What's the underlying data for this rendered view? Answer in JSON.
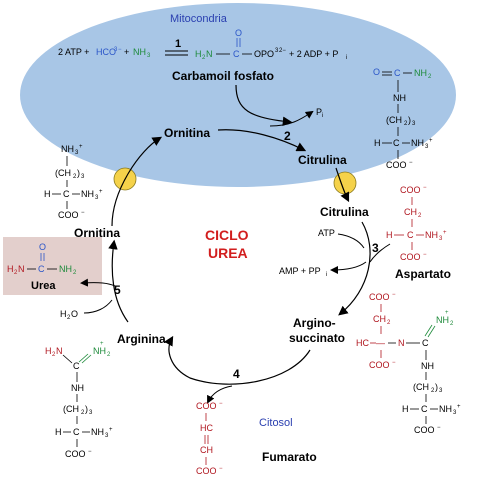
{
  "compartments": {
    "mitochondria": "Mitocondria",
    "cytosol": "Citosol"
  },
  "cycle_title": [
    "CICLO",
    "UREA"
  ],
  "steps": [
    "1",
    "2",
    "3",
    "4",
    "5"
  ],
  "reaction1": {
    "left_atp": "2 ATP +",
    "hco3": "HCO",
    "nh3": "NH",
    "product_h2n": "H",
    "product_rest": "OPO",
    "right": "+ 2 ADP + P"
  },
  "metabolites": {
    "carbamoil": "Carbamoil fosfato",
    "ornitina_mito": "Ornitina",
    "citrulina_mito": "Citrulina",
    "citrulina_cyto": "Citrulina",
    "aspartato": "Aspartato",
    "argininosuccinato": "Argino-\nsuccinato",
    "arginina": "Arginina",
    "fumarato": "Fumarato",
    "ornitina_cyto": "Ornitina",
    "urea": "Urea"
  },
  "cofactors": {
    "pi": "P",
    "atp": "ATP",
    "amp": "AMP + PP",
    "h2o": "H"
  },
  "colors": {
    "mito_fill": "#a8c6e6",
    "transporter": "#f5d24a",
    "urea_box": "#e3cfcc",
    "red": "#b0161f",
    "green": "#1d8a3a",
    "blue": "#2a55c8"
  }
}
